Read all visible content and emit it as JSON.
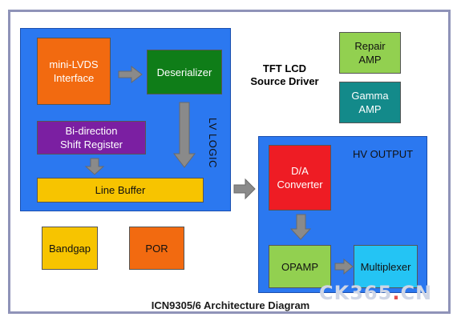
{
  "title": {
    "line1": "TFT LCD",
    "line2": "Source Driver"
  },
  "caption": "ICN9305/6 Architecture Diagram",
  "lv_logic": {
    "label": "LV LOGIC"
  },
  "hv_output": {
    "label": "HV OUTPUT"
  },
  "blocks": {
    "mini_lvds": {
      "line1": "mini-LVDS",
      "line2": "Interface"
    },
    "deserializer": "Deserializer",
    "shift_register": {
      "line1": "Bi-direction",
      "line2": "Shift Register"
    },
    "line_buffer": "Line Buffer",
    "repair_amp": {
      "line1": "Repair",
      "line2": "AMP"
    },
    "gamma_amp": {
      "line1": "Gamma",
      "line2": "AMP"
    },
    "da_converter": {
      "line1": "D/A",
      "line2": "Converter"
    },
    "opamp": "OPAMP",
    "multiplexer": "Multiplexer",
    "bandgap": "Bandgap",
    "por": "POR"
  },
  "watermark": {
    "main": "CK365",
    "dot": ".",
    "tld": "CN"
  },
  "colors": {
    "lv_panel": "#2b78f0",
    "hv_panel": "#2b78f0",
    "mini_lvds": "#f26a10",
    "deserializer": "#0f7d18",
    "shift_register": "#7b1fa2",
    "line_buffer": "#f7c400",
    "repair_amp": "#92d050",
    "gamma_amp": "#138a8a",
    "da_converter": "#ee1c24",
    "opamp": "#92d050",
    "multiplexer": "#24c4f4",
    "bandgap": "#f7c400",
    "por": "#f26a10"
  }
}
